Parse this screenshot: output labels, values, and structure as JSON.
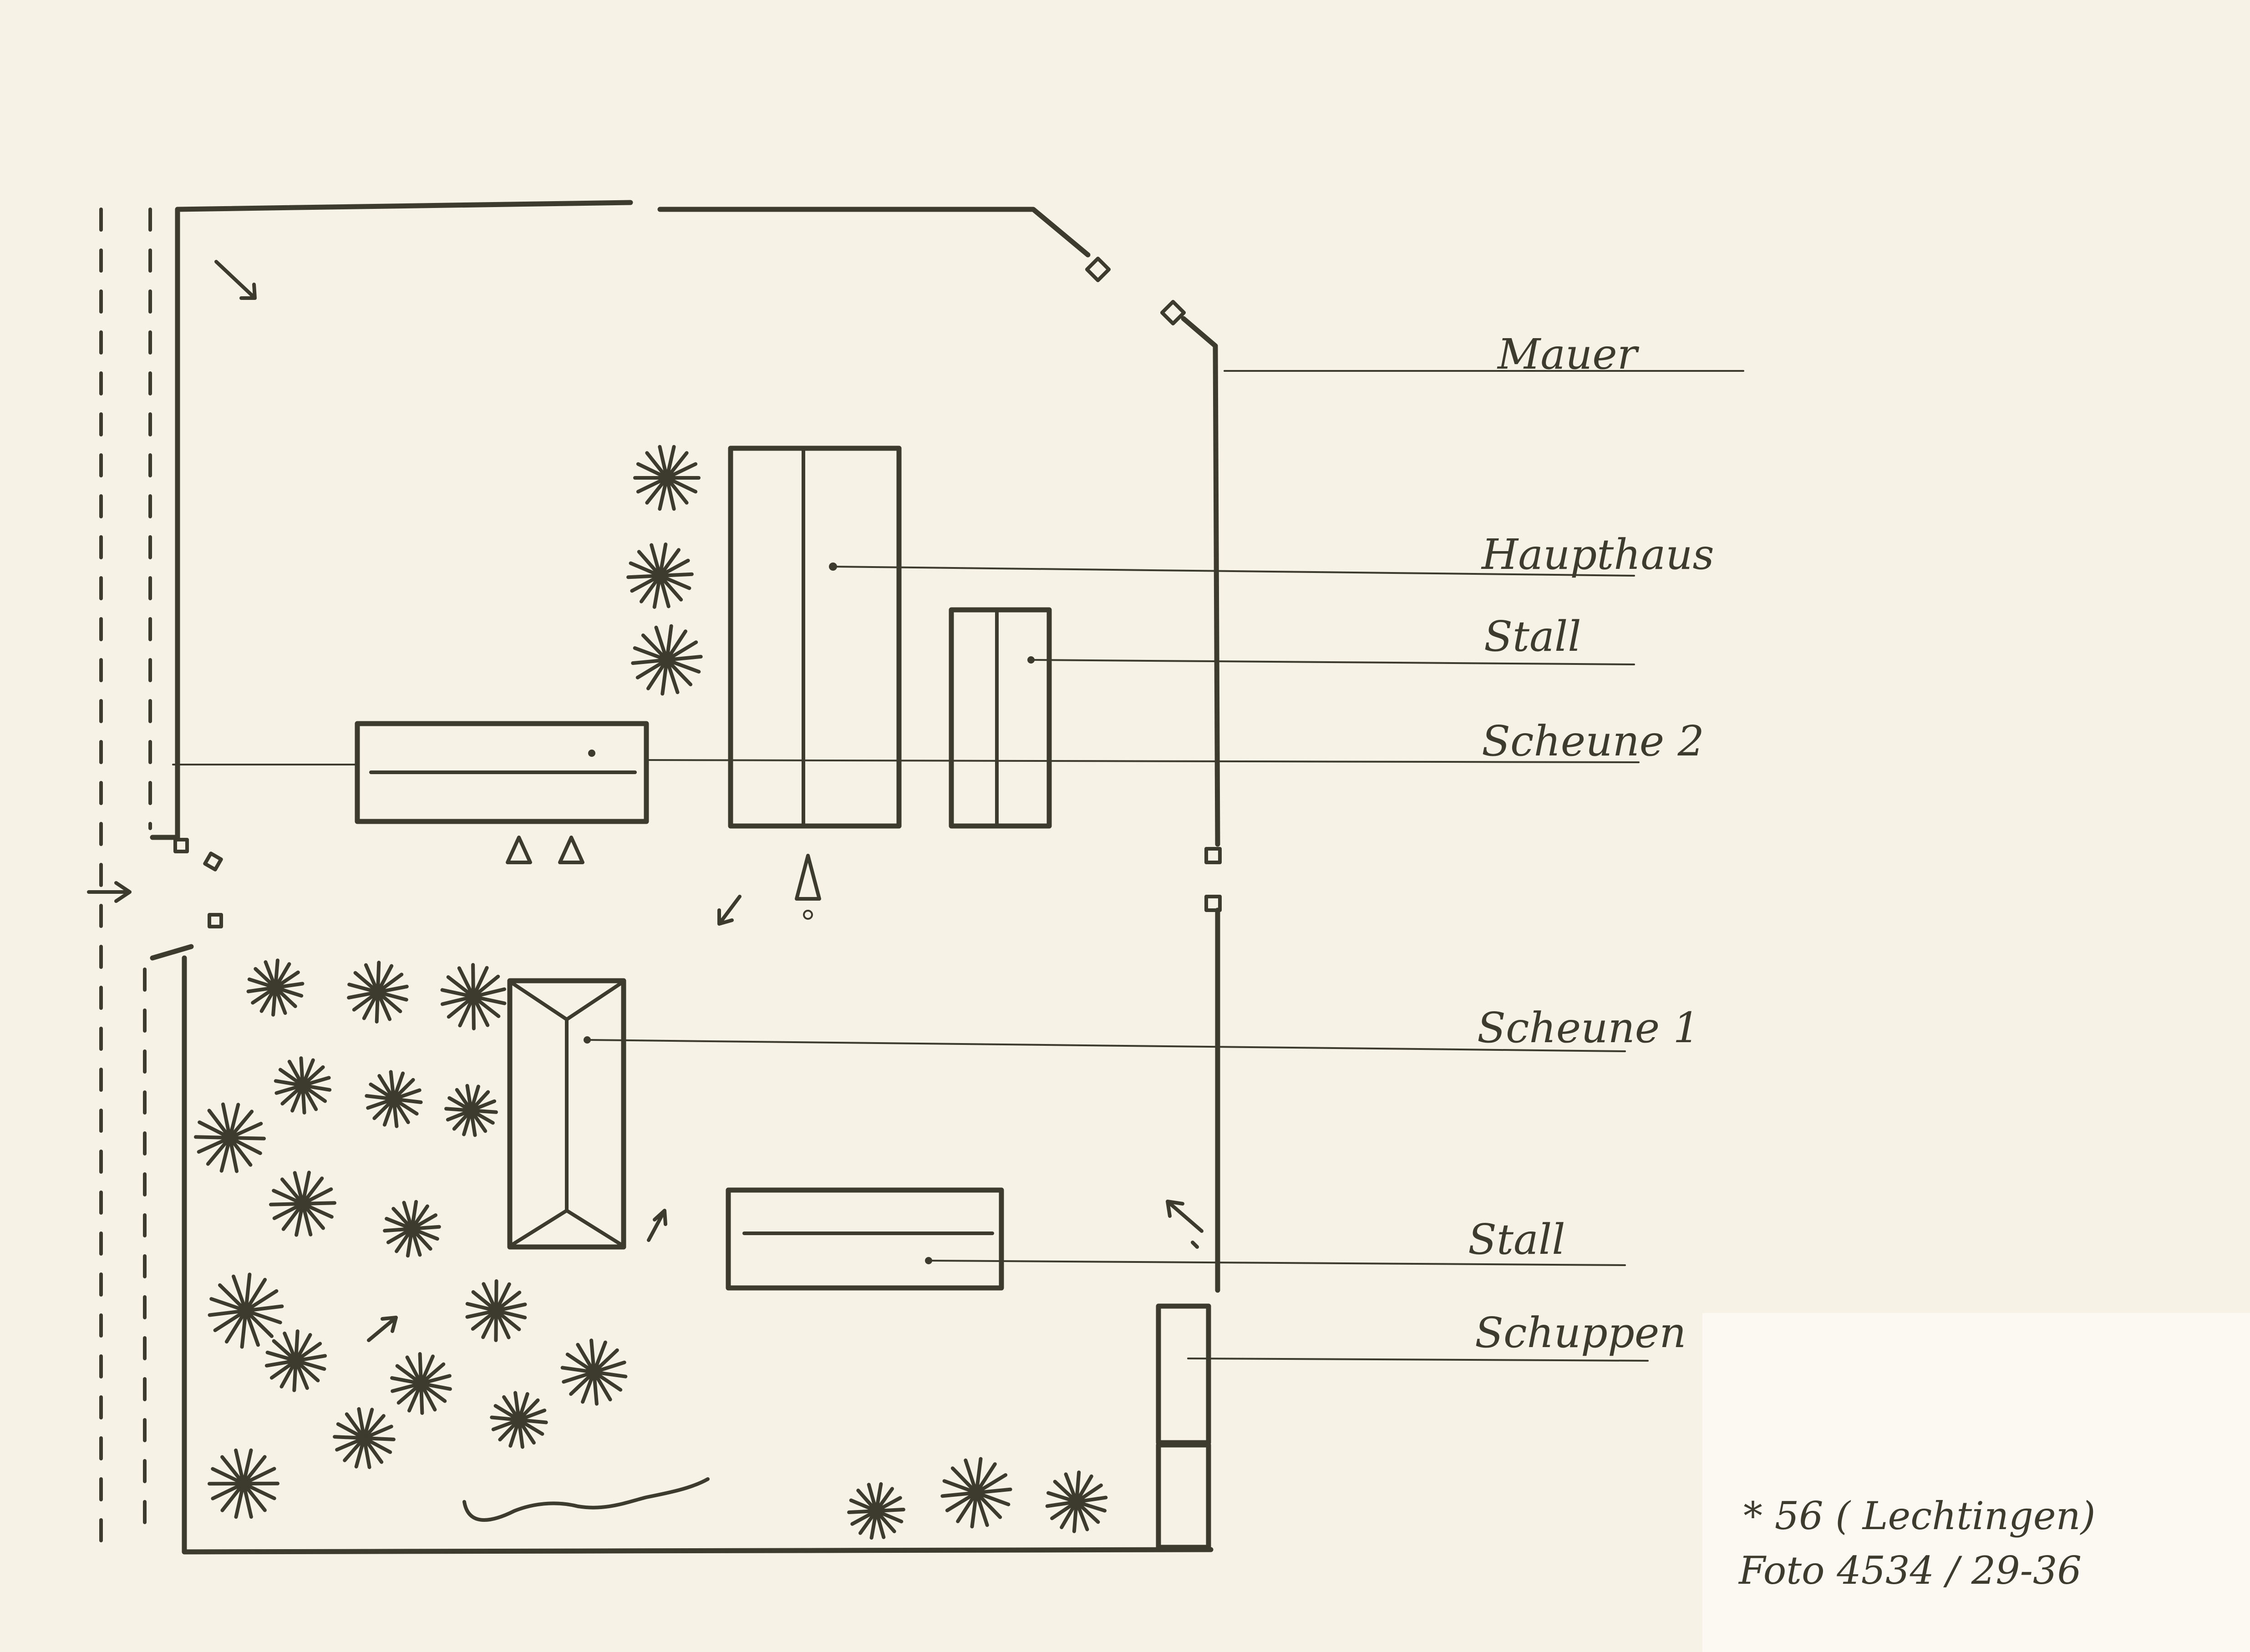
{
  "labels": {
    "mauer": "Mauer",
    "haupthaus": "Haupthaus",
    "stall_upper": "Stall",
    "scheune_2": "Scheune 2",
    "scheune_1": "Scheune 1",
    "stall_lower": "Stall",
    "schuppen": "Schuppen"
  },
  "note": {
    "line1": "* 56 ( Lechtingen)",
    "line2": "Foto 4534 / 29-36"
  },
  "colors": {
    "paper": "#f6f2e6",
    "ink": "#3d3a2e"
  }
}
